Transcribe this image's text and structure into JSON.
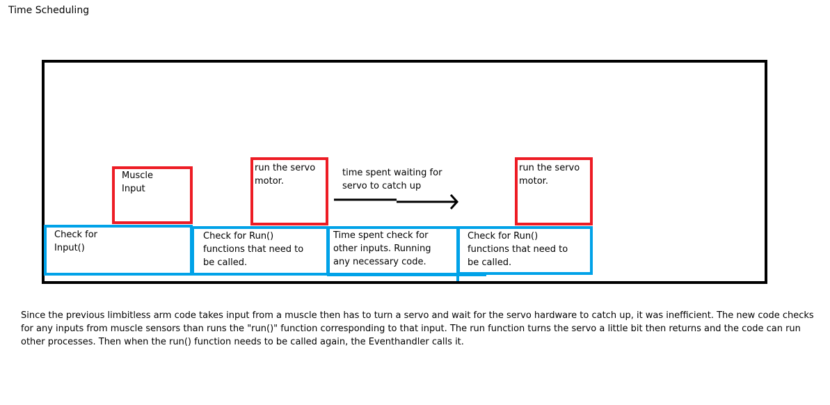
{
  "title": "Time Scheduling",
  "colors": {
    "frame": "#000000",
    "task_box": "#ed1c24",
    "check_box": "#00a2e8"
  },
  "red_boxes": {
    "muscle_input": "Muscle\nInput",
    "run_servo_1": "run the servo\nmotor.",
    "run_servo_2": "run the servo\nmotor."
  },
  "wait_label": "time spent waiting for\nservo to catch up",
  "blue_boxes": {
    "check_input": "Check for\nInput()",
    "check_run_1": "Check for Run()\nfunctions that need to\nbe called.",
    "time_spent": "Time spent check for\nother inputs. Running\nany necessary code.",
    "check_run_2": "Check for Run()\nfunctions that need to\nbe called."
  },
  "caption": "Since the previous limbitless arm code takes input from a muscle then has to turn a servo and wait for the servo hardware to catch up, it was inefficient. The new code checks for any inputs from muscle sensors than runs the \"run()\" function corresponding to that input. The run function turns the servo a little bit then returns and the code can run other processes. Then when the run() function needs to be called again, the Eventhandler calls it."
}
